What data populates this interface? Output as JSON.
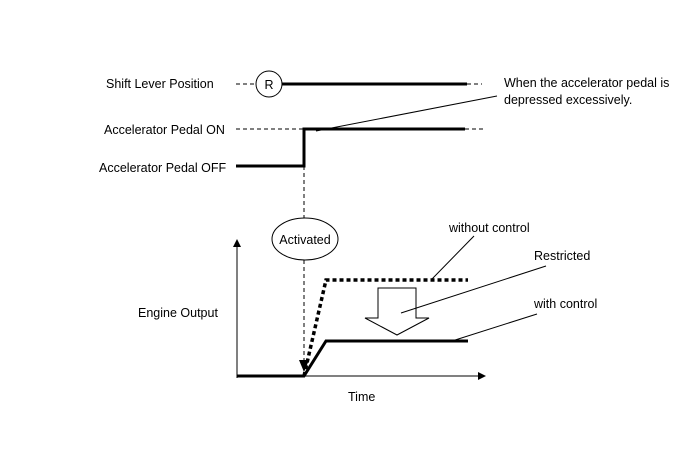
{
  "signals": {
    "shift_lever": "Shift Lever Position",
    "shift_marker": "R",
    "accel_on": "Accelerator Pedal ON",
    "accel_off": "Accelerator Pedal OFF"
  },
  "annotations": {
    "pedal_note_line1": "When the accelerator pedal is",
    "pedal_note_line2": "depressed excessively.",
    "activated": "Activated",
    "without_control": "without control",
    "restricted": "Restricted",
    "with_control": "with control"
  },
  "axes": {
    "ylabel": "Engine Output",
    "xlabel": "Time"
  }
}
